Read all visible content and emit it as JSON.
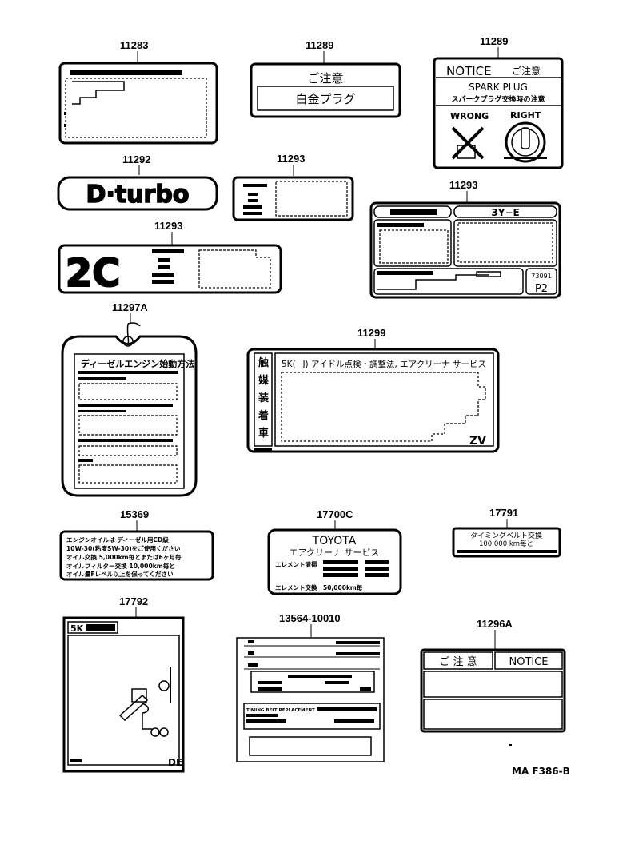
{
  "part_numbers": {
    "p1": "11283",
    "p2": "11289",
    "p3": "11289",
    "p4": "11292",
    "p5": "11293",
    "p6": "11293",
    "p7": "11293",
    "p8": "11297A",
    "p9": "11299",
    "p10": "15369",
    "p11": "17700C",
    "p12": "17791",
    "p13": "17792",
    "p14": "13564-10010",
    "p15": "11296A"
  },
  "labels": {
    "caution_title": "ご注意",
    "platinum_plug": "白金プラグ",
    "notice": "NOTICE",
    "notice_jp": "ご注意",
    "spark_plug": "SPARK PLUG",
    "spark_plug_jp": "スパークプラグ交換時の注意",
    "wrong": "WRONG",
    "right": "RIGHT",
    "dturbo": "D·turbo",
    "engine_3y": "3Y−E",
    "code_73091": "73091",
    "code_p2": "P2",
    "engine_2c": "2C",
    "diesel_title": "ディーゼルエンジン始動方法",
    "label_5k": "5K(−J) アイドル点検・調整法, エアクリーナ サービス",
    "side_chars": "触媒装着車",
    "zv": "ZV",
    "oil_line1": "エンジンオイルは ディーゼル用CD級",
    "oil_line2": "10W-30(粘度SW-30)をご使用ください",
    "oil_line3": "オイル交換 5,000km毎とまたは6ヶ月毎",
    "oil_line4": "オイルフィルター交換 10,000km毎と",
    "oil_line5": "オイル量Fレベル以上を保ってください",
    "toyota": "TOYOTA",
    "air_cleaner_service": "エアクリーナ サービス",
    "element_clean": "エレメント清掃",
    "element_replace": "エレメント交換",
    "element_km": "50,000km毎",
    "timing_belt": "タイミングベルト交換",
    "timing_km": "100,000 km毎と",
    "label_5k_small": "5K",
    "de": "DE",
    "timing_belt_replacement": "TIMING BELT REPLACEMENT",
    "caution_spaced": "ご 注 意",
    "notice_spaced": "NOTICE",
    "figure_code": "MA F386-B"
  }
}
